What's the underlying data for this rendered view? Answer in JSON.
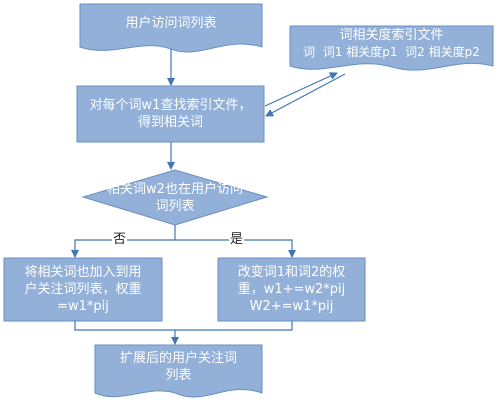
{
  "nodes": {
    "user_word_list": "用户访问词列表",
    "index_file": {
      "title": "词相关度索引文件",
      "row": "词  词1 相关度p1  词2 相关度p2"
    },
    "lookup": [
      "对每个词w1查找索引文件，",
      "得到相关词"
    ],
    "decision": [
      "相关词w2也在用户访问",
      "词列表"
    ],
    "add_related": [
      "将相关词也加入到用",
      "户关注词列表，权重",
      "=w1*pij"
    ],
    "change_weight": [
      "改变词1和词2的权",
      "重，w1+=w2*pij",
      "W2+=w1*pij"
    ],
    "result": [
      "扩展后的用户关注词",
      "列表"
    ]
  },
  "edges": {
    "no_label": "否",
    "yes_label": "是"
  },
  "colors": {
    "node_fill": "#92b0d8",
    "node_stroke": "#6a8fc3",
    "arrow": "#3f77b5"
  }
}
